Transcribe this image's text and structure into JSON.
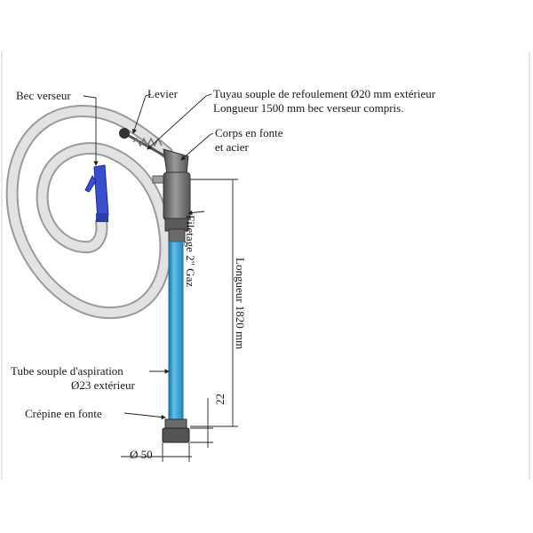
{
  "labels": {
    "bec_verseur": "Bec verseur",
    "levier": "Levier",
    "tuyau_line1": "Tuyau souple de refoulement Ø20 mm extérieur",
    "tuyau_line2": "Longueur 1500 mm bec verseur compris.",
    "corps_line1": "Corps en fonte",
    "corps_line2": "et acier",
    "filetage": "Filetage 2\" Gaz",
    "longueur": "Longueur 1820 mm",
    "tube_line1": "Tube souple d'aspiration",
    "tube_line2": "Ø23 extérieur",
    "crepine": "Crépine en fonte",
    "dim_22": "22",
    "dim_50": "Ø 50"
  },
  "colors": {
    "hose": "#d9d9d9",
    "hose_edge": "#9a9a9a",
    "tube": "#3fa8dd",
    "tube_edge": "#1e6f9e",
    "body": "#7d7d7d",
    "body_dark": "#4e4e4e",
    "nozzle": "#3a4fd0",
    "frame_line": "#e8ecf4"
  }
}
